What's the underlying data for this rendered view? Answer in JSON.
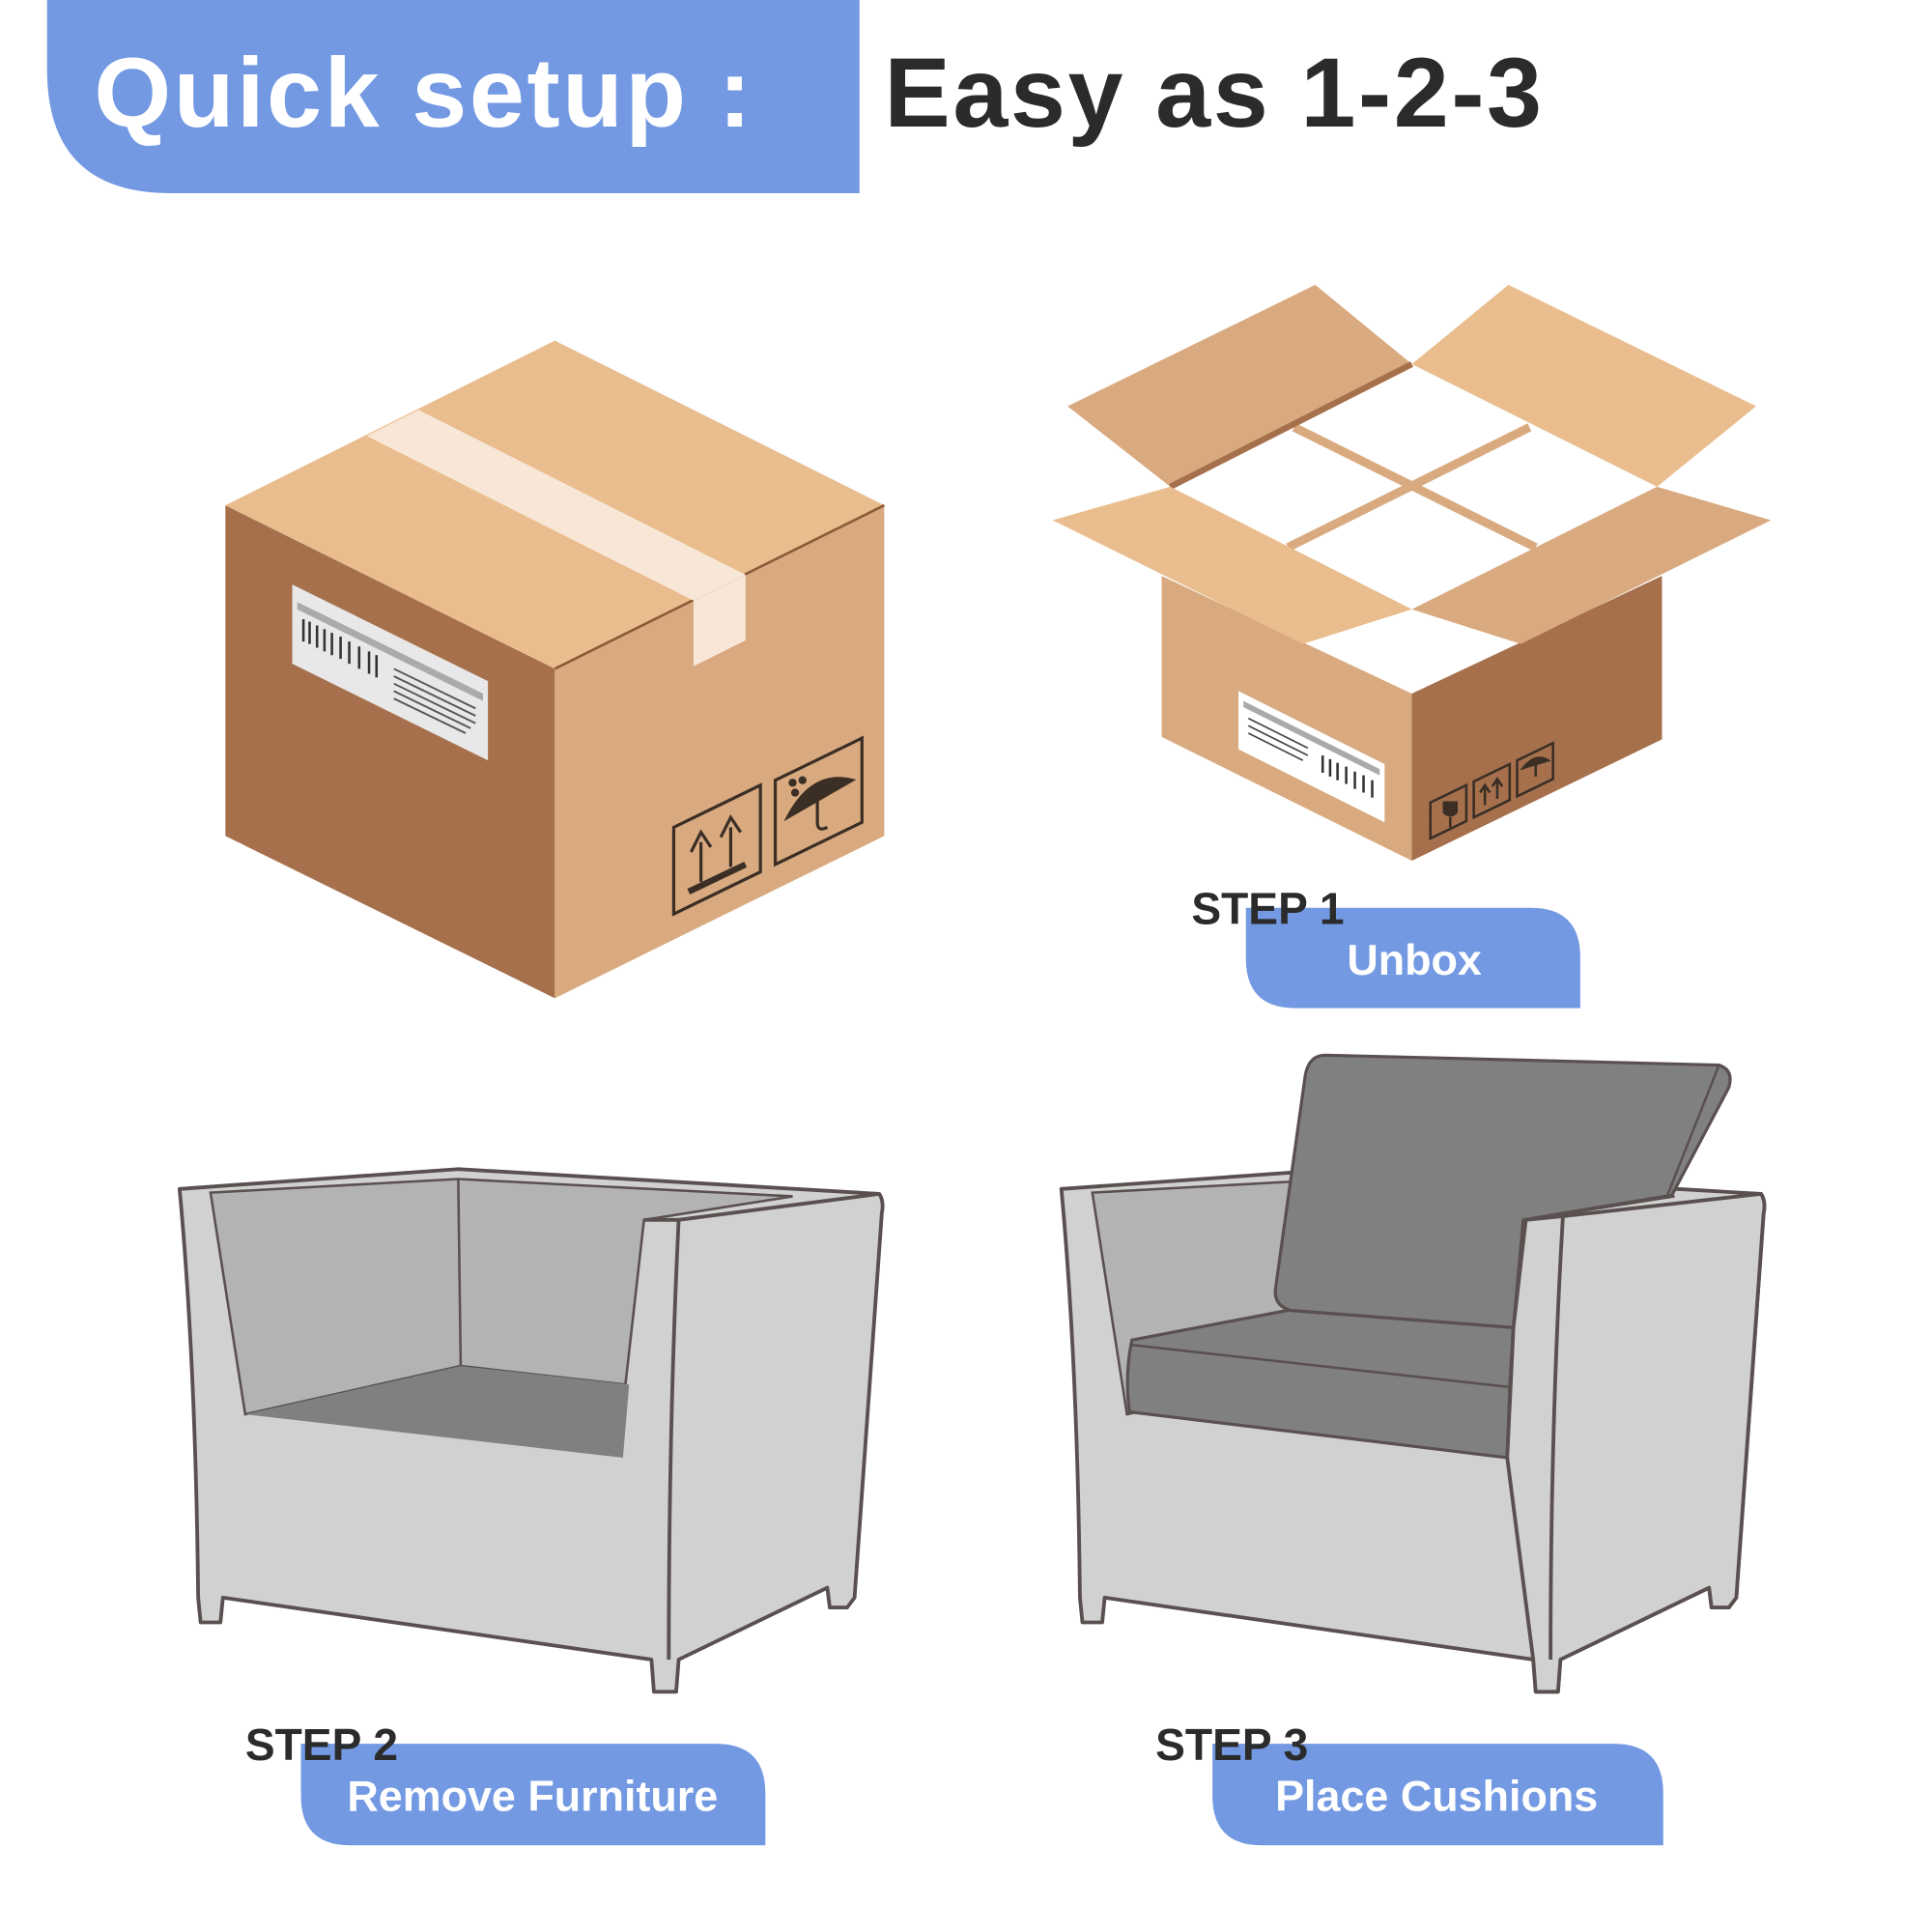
{
  "header": {
    "title_left": "Quick setup :",
    "title_right": "Easy as 1-2-3"
  },
  "steps": [
    {
      "step_label": "STEP 1",
      "action": "Unbox"
    },
    {
      "step_label": "STEP 2",
      "action": "Remove Furniture"
    },
    {
      "step_label": "STEP 3",
      "action": "Place Cushions"
    }
  ],
  "colors": {
    "accent": "#7399e3",
    "text_dark": "#2b2b2b",
    "box_top": "#e9bd8d",
    "box_left": "#a6704c",
    "box_right": "#d9aa7f",
    "chair_frame": "#d1d1d1",
    "chair_inner": "#b3b3b3",
    "cushion": "#808080"
  },
  "icons": [
    "closed-box-icon",
    "open-box-icon",
    "this-side-up-icon",
    "keep-dry-icon",
    "fragile-icon",
    "chair-frame-icon",
    "chair-with-cushions-icon"
  ]
}
